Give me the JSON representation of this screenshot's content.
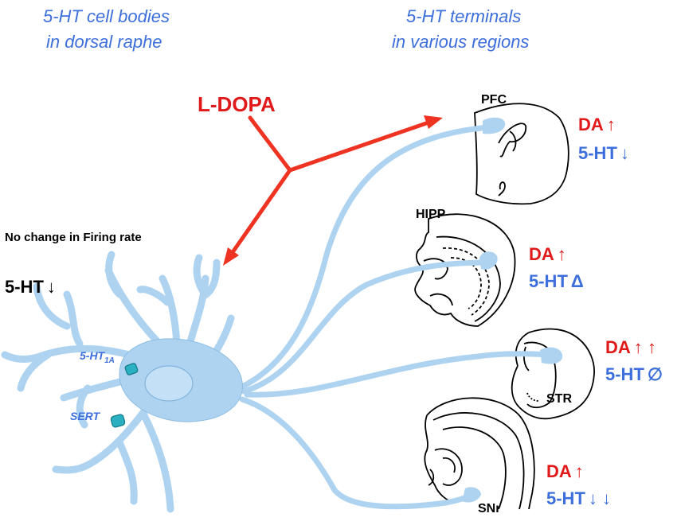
{
  "headers": {
    "left_line1": "5-HT cell bodies",
    "left_line2": "in dorsal raphe",
    "right_line1": "5-HT terminals",
    "right_line2": "in various regions"
  },
  "drug": "L-DOPA",
  "raphe_note": "No change in Firing rate",
  "raphe_5ht": {
    "label": "5-HT",
    "change": "↓"
  },
  "receptors": {
    "ht1a_main": "5-HT",
    "ht1a_sub": "1A",
    "sert": "SERT"
  },
  "regions": [
    {
      "name": "PFC",
      "da_label": "DA",
      "da_change": "↑",
      "ht_label": "5-HT",
      "ht_change": "↓"
    },
    {
      "name": "HIPP",
      "da_label": "DA",
      "da_change": "↑",
      "ht_label": "5-HT",
      "ht_change": "Δ"
    },
    {
      "name": "STR",
      "da_label": "DA",
      "da_change": "↑ ↑",
      "ht_label": "5-HT",
      "ht_change": "∅"
    },
    {
      "name": "SNr",
      "da_label": "DA",
      "da_change": "↑",
      "ht_label": "5-HT",
      "ht_change": "↓ ↓"
    }
  ],
  "colors": {
    "neuron": "#aed3f1",
    "arrow": "#ee3322",
    "blue_text": "#3d6fdc",
    "red_text": "#e01a1a",
    "receptor": "#2bb0c2"
  }
}
